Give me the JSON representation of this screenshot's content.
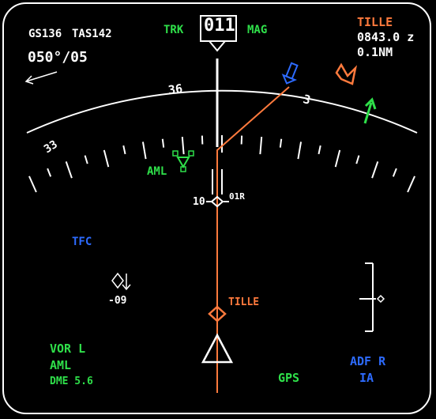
{
  "top_left": {
    "ground_speed": "GS136",
    "true_airspeed": "TAS142",
    "wind": "050°/05"
  },
  "heading_box": {
    "mode_left": "TRK",
    "value": "011",
    "mode_right": "MAG"
  },
  "waypoint": {
    "name": "TILLE",
    "eta": "0843.0 z",
    "distance": "0.1NM"
  },
  "compass": {
    "label_33": "33",
    "label_36": "36",
    "label_3": "3"
  },
  "map": {
    "station": "AML",
    "runway_distance": "10",
    "runway_id": "01R",
    "route_waypoint": "TILLE",
    "traffic_mode": "TFC",
    "traffic_altitude": "-09"
  },
  "bottom_left": {
    "nav1_source": "VOR L",
    "nav1_ident": "AML",
    "nav1_dme": "DME 5.6"
  },
  "bottom_center": {
    "nav_mode": "GPS"
  },
  "bottom_right": {
    "adf_source": "ADF R",
    "adf_ident": "IA"
  },
  "colors": {
    "green": "#2fe04a",
    "orange": "#ff7a3d",
    "blue": "#2d6bff",
    "white": "#ffffff"
  },
  "icons": [
    "wind-arrow-icon",
    "track-pointer-icon",
    "vor-station-icon",
    "aircraft-symbol-icon",
    "traffic-diamond-icon",
    "descending-arrow-icon",
    "heading-bug-icon",
    "adf-needle-icon"
  ]
}
